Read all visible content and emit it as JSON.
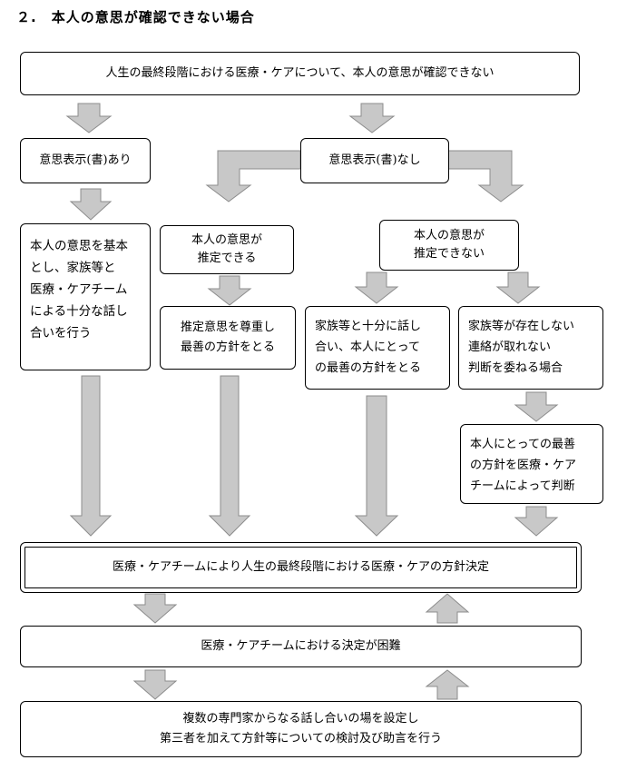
{
  "heading": "２.　本人の意思が確認できない場合",
  "top_box": "人生の最終段階における医療・ケアについて、本人の意思が確認できない",
  "left_box": "意思表示(書)あり",
  "center_box": "意思表示(書)なし",
  "left_detail": [
    "本人の意思を基本",
    "とし、家族等と",
    "医療・ケアチーム",
    "による十分な話し",
    "合いを行う"
  ],
  "estimable": [
    "本人の意思が",
    "推定できる"
  ],
  "estimable_action": [
    "推定意思を尊重し",
    "最善の方針をとる"
  ],
  "not_estimable": [
    "本人の意思が",
    "推定できない"
  ],
  "family_discuss": [
    "家族等と十分に話し",
    "合い、本人にとって",
    "の最善の方針をとる"
  ],
  "no_family": [
    "家族等が存在しない",
    "連絡が取れない",
    "判断を委ねる場合"
  ],
  "team_decide": [
    "本人にとっての最善",
    "の方針を医療・ケア",
    "チームによって判断"
  ],
  "decision_box": "医療・ケアチームにより人生の最終段階における医療・ケアの方針決定",
  "difficult_box": "医療・ケアチームにおける決定が困難",
  "expert_box": [
    "複数の専門家からなる話し合いの場を設定し",
    "第三者を加えて方針等についての検討及び助言を行う"
  ]
}
